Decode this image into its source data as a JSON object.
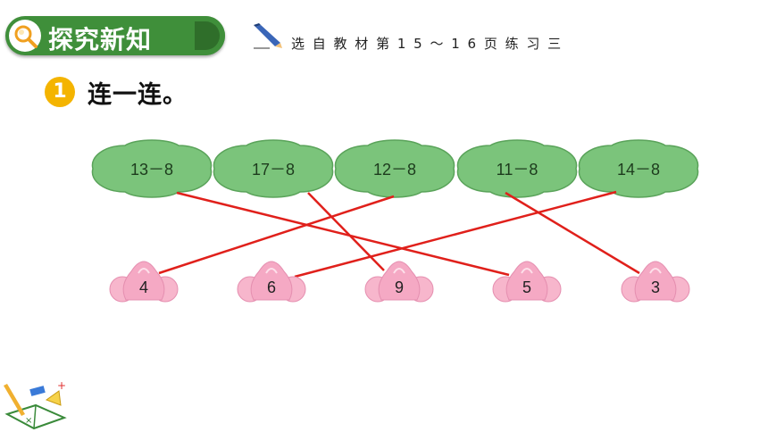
{
  "header": {
    "section_title": "探究新知",
    "source_text": "选 自 教 材 第 1 5 ～ 1 6 页 练 习 三"
  },
  "task": {
    "number": "1",
    "instruction": "连一连。"
  },
  "leaves": [
    {
      "label": "13－8"
    },
    {
      "label": "17－8"
    },
    {
      "label": "12－8"
    },
    {
      "label": "11－8"
    },
    {
      "label": "14－8"
    }
  ],
  "flowers": [
    {
      "label": "4"
    },
    {
      "label": "6"
    },
    {
      "label": "9"
    },
    {
      "label": "5"
    },
    {
      "label": "3"
    }
  ],
  "connections": [
    {
      "from": "13－8",
      "to": "5"
    },
    {
      "from": "17－8",
      "to": "9"
    },
    {
      "from": "12－8",
      "to": "4"
    },
    {
      "from": "11－8",
      "to": "3"
    },
    {
      "from": "14－8",
      "to": "6"
    }
  ],
  "colors": {
    "header_green": "#3f8f3a",
    "leaf_green": "#7bc47b",
    "flower_pink": "#f5a9c4",
    "line_red": "#e0201b",
    "badge_yellow": "#f4b400"
  },
  "icons": [
    "magnifier-icon",
    "pen-icon",
    "stationery-decoration"
  ]
}
